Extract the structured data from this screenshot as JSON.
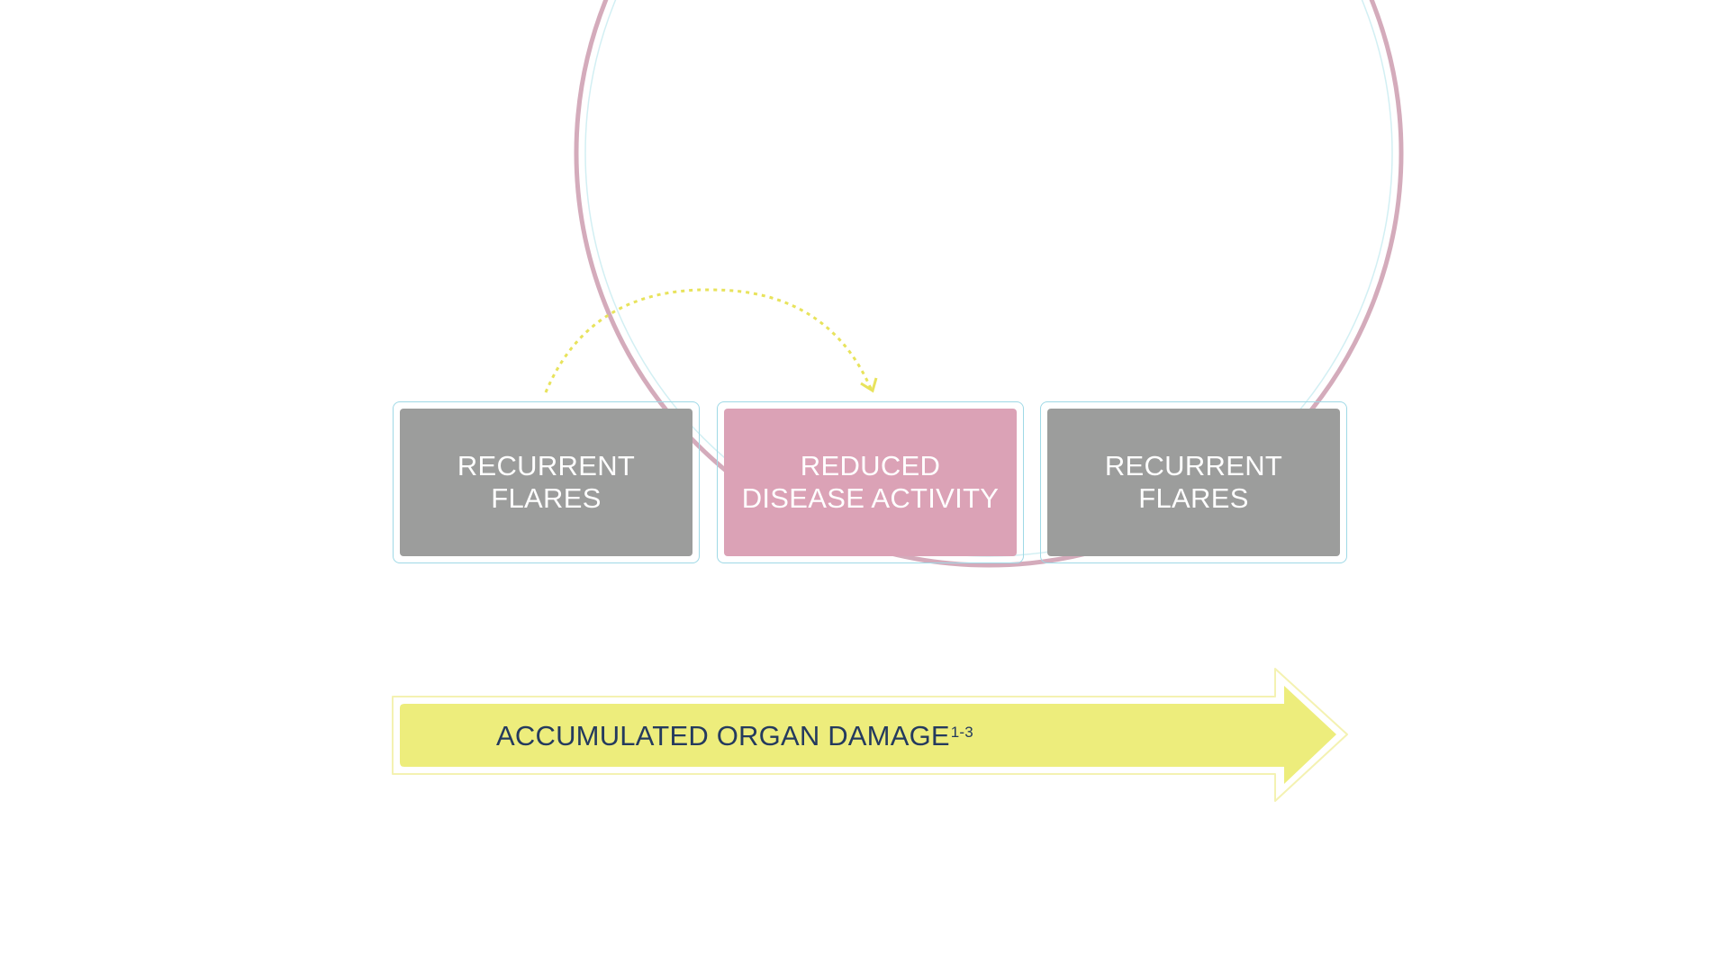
{
  "boxes": [
    {
      "line1": "RECURRENT",
      "line2": "FLARES",
      "state": "flare"
    },
    {
      "line1": "REDUCED",
      "line2": "DISEASE ACTIVITY",
      "state": "reduced"
    },
    {
      "line1": "RECURRENT",
      "line2": "FLARES",
      "state": "flare"
    }
  ],
  "arrow": {
    "label": "ACCUMULATED ORGAN DAMAGE",
    "superscript": "1-3"
  },
  "colors": {
    "flare_box": "#9c9d9c",
    "reduced_box": "#dba2b6",
    "box_outline": "#9fd9e6",
    "arrow_fill": "#eded7c",
    "arrow_text": "#243a5e",
    "ring": "#c996aa",
    "dashed_arc": "#e8e35c"
  }
}
